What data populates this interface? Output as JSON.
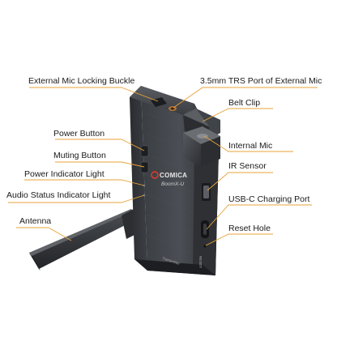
{
  "device": {
    "brand": "COMICA",
    "model": "BoomX-U",
    "side_label": "Transmitter",
    "reset_label": "RESET"
  },
  "callouts": {
    "external_mic_buckle": "External Mic Locking Buckle",
    "trs_port": "3.5mm TRS Port of External Mic",
    "belt_clip": "Belt Clip",
    "power_button": "Power Button",
    "internal_mic": "Internal Mic",
    "muting_button": "Muting Button",
    "ir_sensor": "IR Sensor",
    "power_indicator": "Power Indicator Light",
    "audio_indicator": "Audio Status Indicator Light",
    "usb_c_port": "USB-C Charging Port",
    "antenna": "Antenna",
    "reset_hole": "Reset Hole"
  },
  "colors": {
    "leader_line": "#e8a33a",
    "body_dark": "#2a2c30",
    "body_mid": "#45484d",
    "brand_accent": "#e23b2a"
  }
}
